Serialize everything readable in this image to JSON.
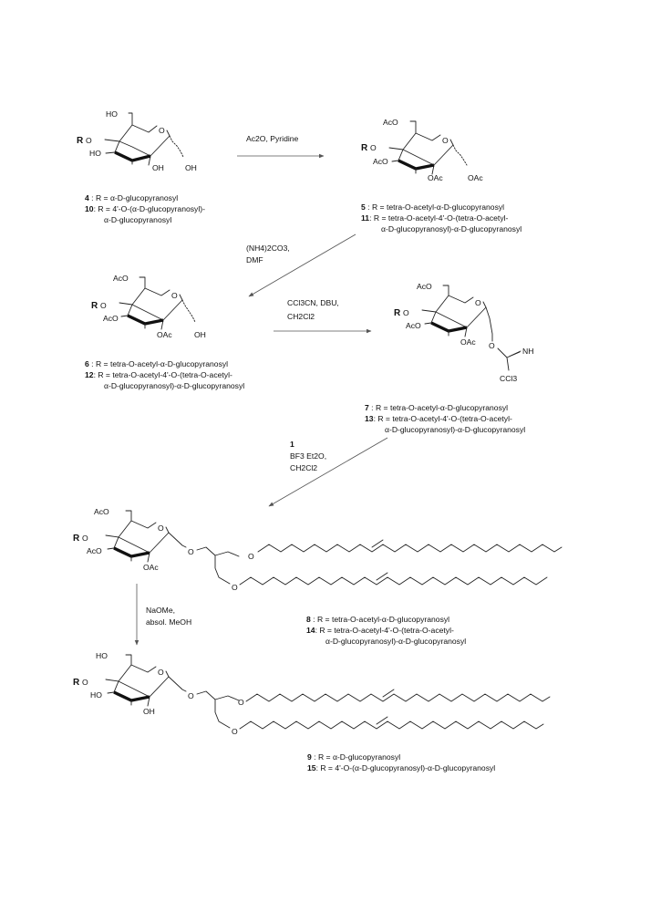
{
  "reactions": {
    "r1": {
      "reagent": "Ac2O, Pyridine"
    },
    "r2": {
      "reagent_line1": "(NH4)2CO3,",
      "reagent_line2": "DMF"
    },
    "r3": {
      "reagent_line1": "CCl3CN, DBU,",
      "reagent_line2": "CH2Cl2"
    },
    "r4": {
      "reagent_line0": "1",
      "reagent_line1": "BF3 Et2O,",
      "reagent_line2": "CH2Cl2"
    },
    "r5": {
      "reagent_line1": "NaOMe,",
      "reagent_line2": "absol. MeOH"
    }
  },
  "atoms": {
    "R": "R",
    "O": "O",
    "OH": "OH",
    "HO": "HO",
    "RO": "RO",
    "AcO": "AcO",
    "OAc": "OAc",
    "NH": "NH",
    "CCl3": "CCl3"
  },
  "compounds": {
    "c4": {
      "num": "4",
      "text": " : R = α-D-glucopyranosyl"
    },
    "c10": {
      "num": "10",
      "text": ": R = 4'-O-(α-D-glucopyranosyl)-",
      "text2": "α-D-glucopyranosyl"
    },
    "c5": {
      "num": "5",
      "text": " : R = tetra-O-acetyl-α-D-glucopyranosyl"
    },
    "c11": {
      "num": "11",
      "text": ": R = tetra-O-acetyl-4'-O-(tetra-O-acetyl-",
      "text2": "α-D-glucopyranosyl)-α-D-glucopyranosyl"
    },
    "c6": {
      "num": "6",
      "text": " : R = tetra-O-acetyl-α-D-glucopyranosyl"
    },
    "c12": {
      "num": "12",
      "text": ": R = tetra-O-acetyl-4'-O-(tetra-O-acetyl-",
      "text2": "α-D-glucopyranosyl)-α-D-glucopyranosyl"
    },
    "c7": {
      "num": "7",
      "text": " : R = tetra-O-acetyl-α-D-glucopyranosyl"
    },
    "c13": {
      "num": "13",
      "text": ": R = tetra-O-acetyl-4'-O-(tetra-O-acetyl-",
      "text2": "α-D-glucopyranosyl)-α-D-glucopyranosyl"
    },
    "c8": {
      "num": "8",
      "text": " : R = tetra-O-acetyl-α-D-glucopyranosyl"
    },
    "c14": {
      "num": "14",
      "text": ": R = tetra-O-acetyl-4'-O-(tetra-O-acetyl-",
      "text2": "α-D-glucopyranosyl)-α-D-glucopyranosyl"
    },
    "c9": {
      "num": "9",
      "text": " : R = α-D-glucopyranosyl"
    },
    "c15": {
      "num": "15",
      "text": ": R = 4'-O-(α-D-glucopyranosyl)-α-D-glucopyranosyl"
    }
  }
}
